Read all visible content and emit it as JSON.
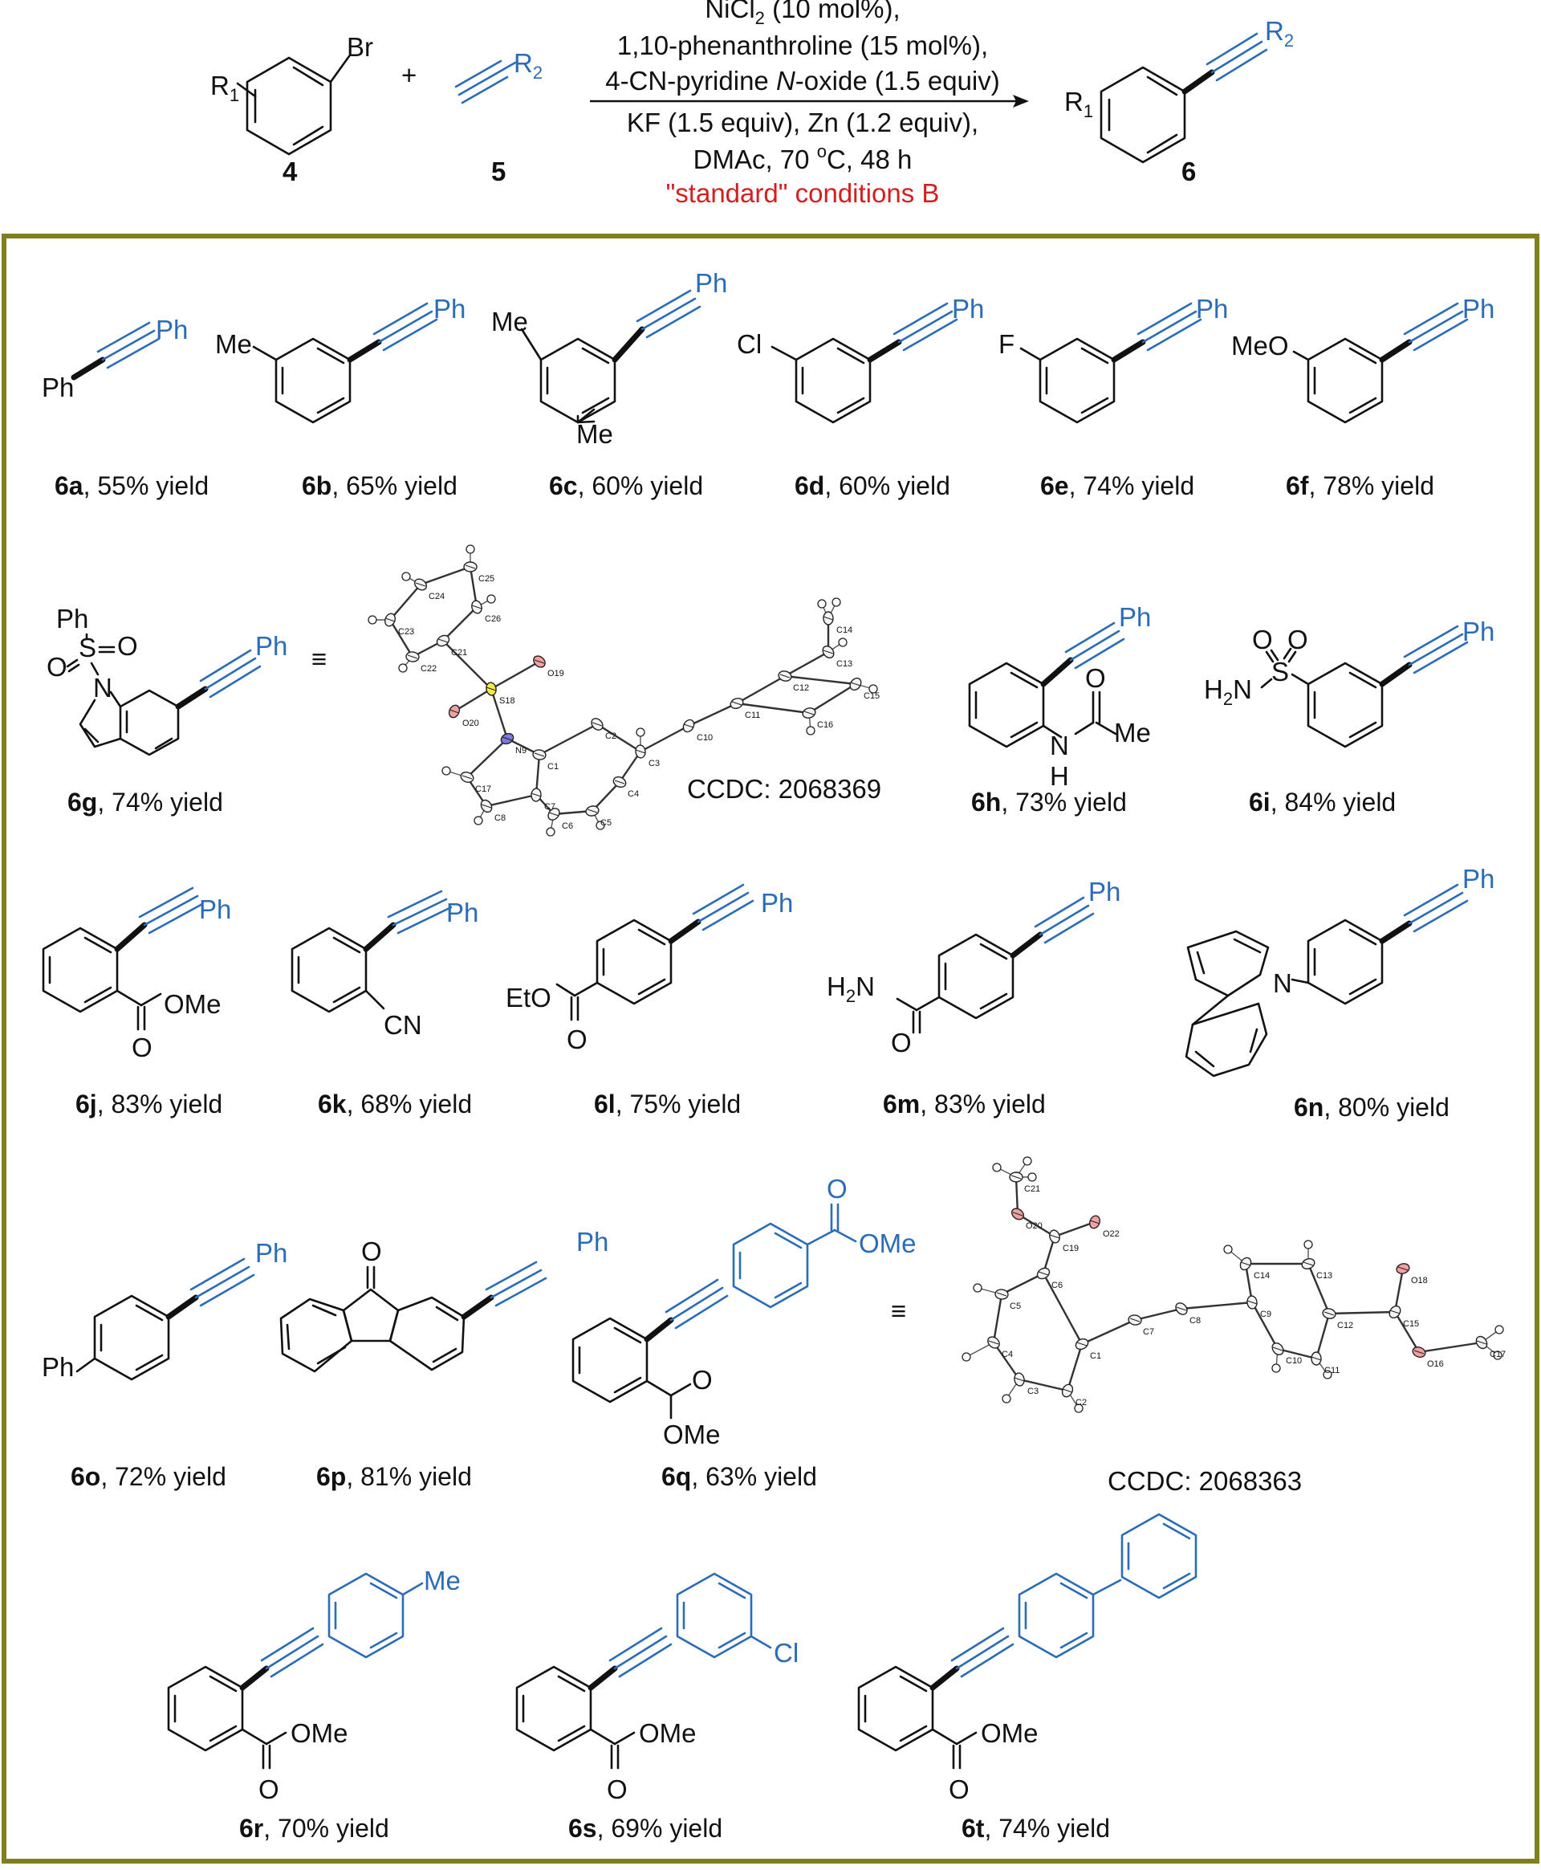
{
  "scheme": {
    "reactant_1_number": "4",
    "reactant_2_number": "5",
    "product_number": "6",
    "plus": "+",
    "substituents": {
      "r1": "R",
      "r1_sub": "1",
      "r2": "R",
      "r2_sub": "2",
      "br": "Br"
    },
    "conditions": {
      "line1_a": "NiCl",
      "line1_sub": "2",
      "line1_b": " (10 mol%),",
      "line2": "1,10-phenanthroline (15 mol%),",
      "line3_a": "4-CN-pyridine ",
      "line3_italic": "N",
      "line3_b": "-oxide (1.5 equiv)",
      "line4": "KF (1.5 equiv), Zn (1.2 equiv),",
      "line5_a": "DMAc, 70 ",
      "line5_sup": "o",
      "line5_b": "C, 48 h",
      "line6": "\"standard\" conditions B"
    },
    "colors": {
      "border": "#7f7f1e",
      "accent_blue": "#2b6cb8",
      "accent_red": "#d21f1f"
    }
  },
  "atoms": {
    "ph": "Ph",
    "me": "Me",
    "cl": "Cl",
    "f": "F",
    "meo": "MeO",
    "ome": "OMe",
    "o": "O",
    "n": "N",
    "s": "S",
    "h": "H",
    "cn": "CN",
    "eto": "EtO",
    "h2n_main": "H",
    "h2n_sub": "2",
    "h2n_n": "N"
  },
  "compounds": [
    {
      "id": "6a",
      "yield": ", 55% yield"
    },
    {
      "id": "6b",
      "yield": ", 65% yield"
    },
    {
      "id": "6c",
      "yield": ", 60% yield"
    },
    {
      "id": "6d",
      "yield": ", 60% yield"
    },
    {
      "id": "6e",
      "yield": ", 74% yield"
    },
    {
      "id": "6f",
      "yield": ", 78% yield"
    },
    {
      "id": "6g",
      "yield": ", 74%  yield"
    },
    {
      "id": "6h",
      "yield": ", 73% yield"
    },
    {
      "id": "6i",
      "yield": ", 84% yield"
    },
    {
      "id": "6j",
      "yield": ", 83% yield"
    },
    {
      "id": "6k",
      "yield": ", 68% yield"
    },
    {
      "id": "6l",
      "yield": ", 75% yield"
    },
    {
      "id": "6m",
      "yield": ", 83% yield"
    },
    {
      "id": "6n",
      "yield": ", 80% yield"
    },
    {
      "id": "6o",
      "yield": ", 72% yield"
    },
    {
      "id": "6p",
      "yield": ", 81% yield"
    },
    {
      "id": "6q",
      "yield": ", 63% yield"
    },
    {
      "id": "6r",
      "yield": ", 70% yield"
    },
    {
      "id": "6s",
      "yield": ", 69% yield"
    },
    {
      "id": "6t",
      "yield": ", 74% yield"
    }
  ],
  "crystal_structures": [
    {
      "ccdc": "CCDC: 2068369",
      "equivalent": "≡",
      "atom_labels": [
        "C25",
        "C24",
        "C26",
        "C23",
        "C21",
        "C22",
        "O19",
        "S18",
        "O20",
        "N9",
        "C1",
        "C2",
        "C3",
        "C10",
        "C11",
        "C12",
        "C13",
        "C14",
        "C15",
        "C16",
        "C17",
        "C8",
        "C7",
        "C6",
        "C5",
        "C4"
      ]
    },
    {
      "ccdc": "CCDC: 2068363",
      "equivalent": "≡",
      "atom_labels": [
        "C21",
        "O20",
        "C19",
        "O22",
        "C6",
        "C5",
        "C4",
        "C3",
        "C2",
        "C1",
        "C7",
        "C8",
        "C9",
        "C14",
        "C13",
        "C12",
        "C10",
        "C11",
        "C15",
        "O18",
        "O16",
        "C17"
      ]
    }
  ]
}
